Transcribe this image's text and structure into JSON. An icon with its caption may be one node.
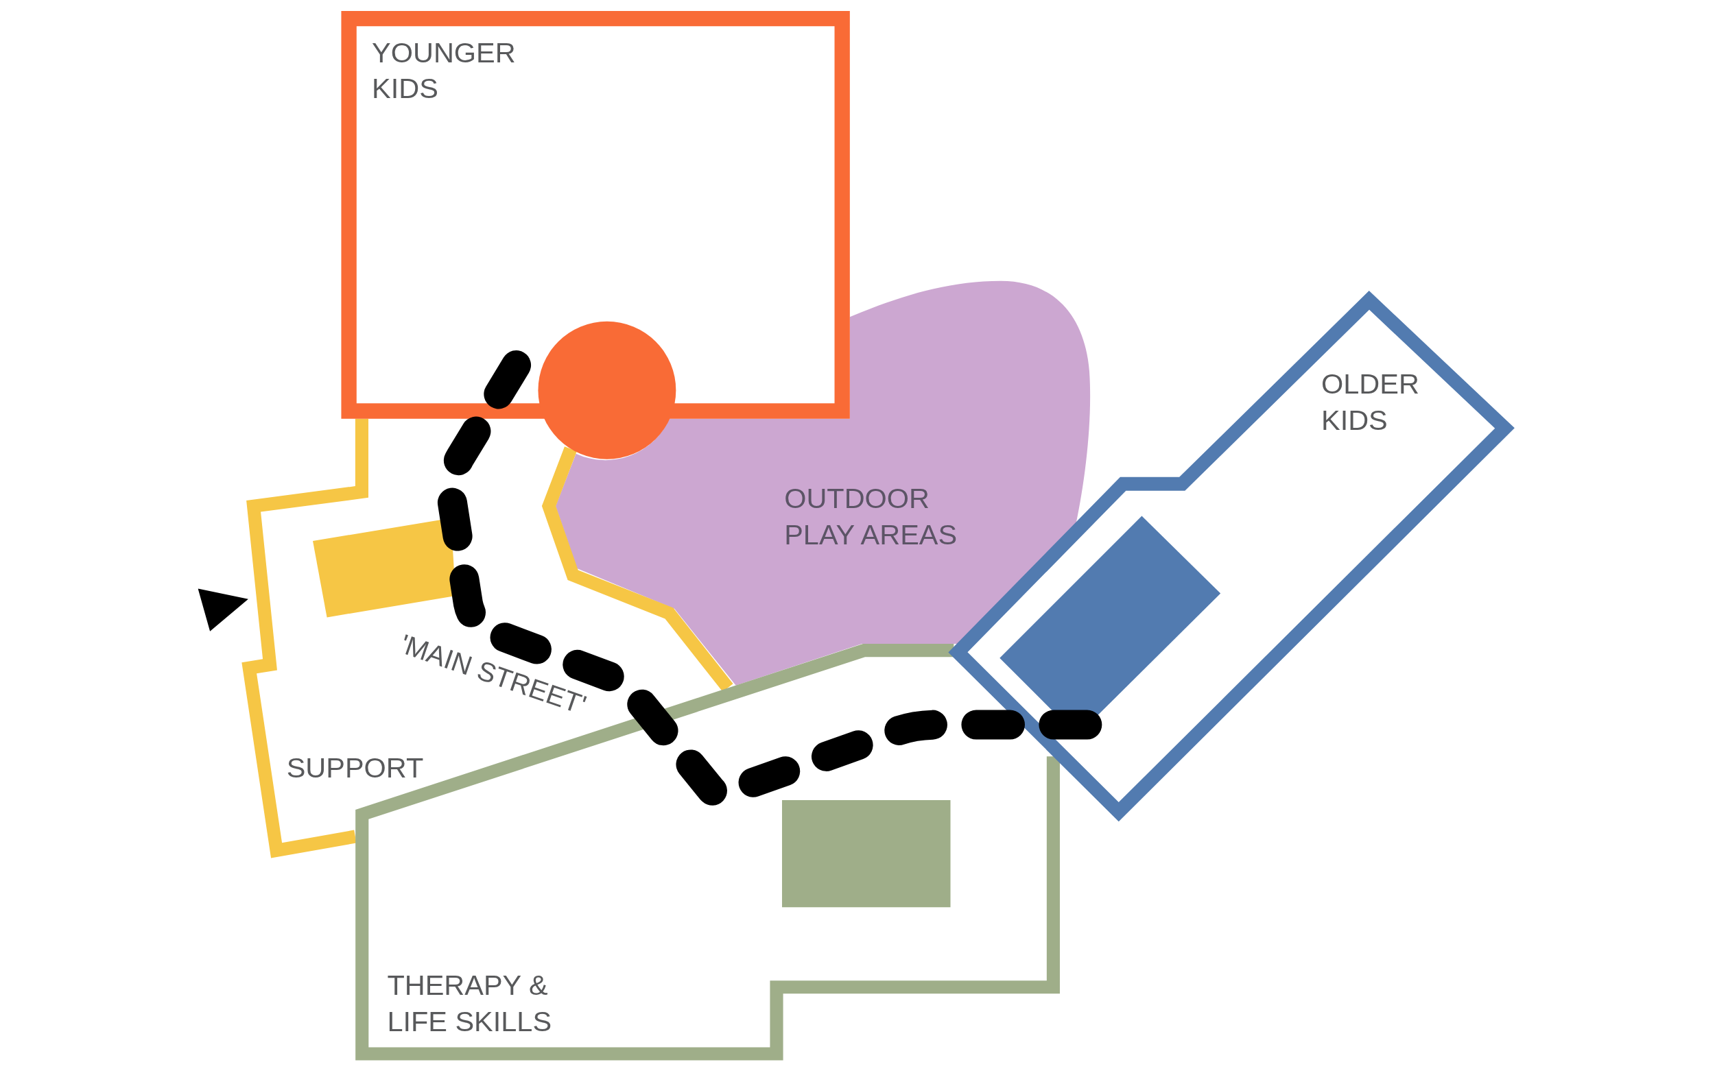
{
  "diagram": {
    "nodes": [
      {
        "text": [
          "YOUNGER KIDS"
        ]
      },
      {
        "text": [],
        "shape": "circle"
      },
      {
        "text": [
          "OLDER KIDS"
        ]
      },
      {
        "text": [],
        "shape": "box",
        "in": 2
      },
      {
        "text": [
          "OUTDOOR PLAY AREAS"
        ]
      },
      {
        "text": [
          "SUPPORT"
        ]
      },
      {
        "text": [],
        "shape": "box",
        "in": 5
      },
      {
        "text": [
          "THERAPY & LIFE SKILLS"
        ]
      },
      {
        "text": [],
        "shape": "box",
        "in": 7
      }
    ],
    "edges": [
      {
        "from": 0,
        "to": 3,
        "arrow": "none",
        "style": "dashed",
        "label": "'MAIN STREET'"
      }
    ]
  }
}
